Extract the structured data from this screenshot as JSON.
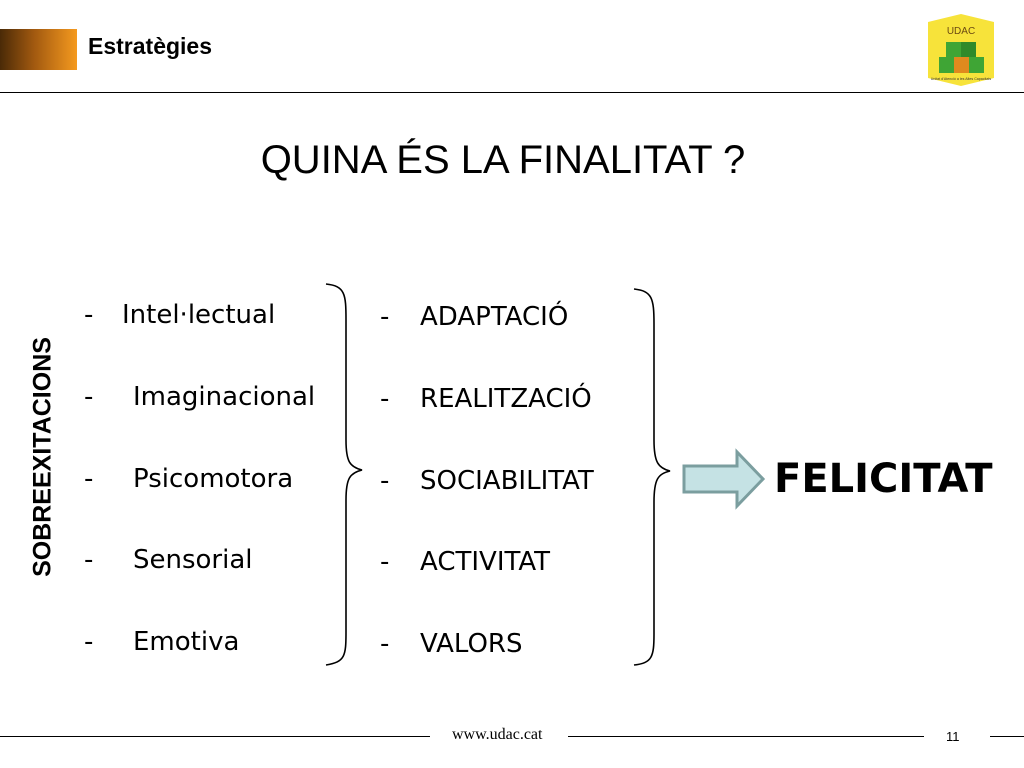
{
  "header": {
    "title": "Estratègies"
  },
  "logo": {
    "text": "UDAC",
    "subtitle": "Unitat d'Atenció a les Altes Capacitats"
  },
  "main_title": "QUINA ÉS LA FINALITAT ?",
  "side_label": "SOBREEXITACIONS",
  "dash": "-",
  "overexcitabilities": [
    "Intel·lectual",
    "Imaginacional",
    "Psicomotora",
    "Sensorial",
    "Emotiva"
  ],
  "outcomes": [
    "ADAPTACIÓ",
    "REALITZACIÓ",
    "SOCIABILITAT",
    "ACTIVITAT",
    "VALORS"
  ],
  "result": "FELICITAT",
  "colors": {
    "header_dark": "#4a2a07",
    "header_orange": "#f59a1f",
    "arrow_fill": "#c5e2e4",
    "arrow_stroke": "#7b9e9f",
    "logo_yellow": "#f7e33a",
    "logo_green": "#3fa535"
  },
  "footer": {
    "url": "www.udac.cat",
    "page_number": "11"
  }
}
